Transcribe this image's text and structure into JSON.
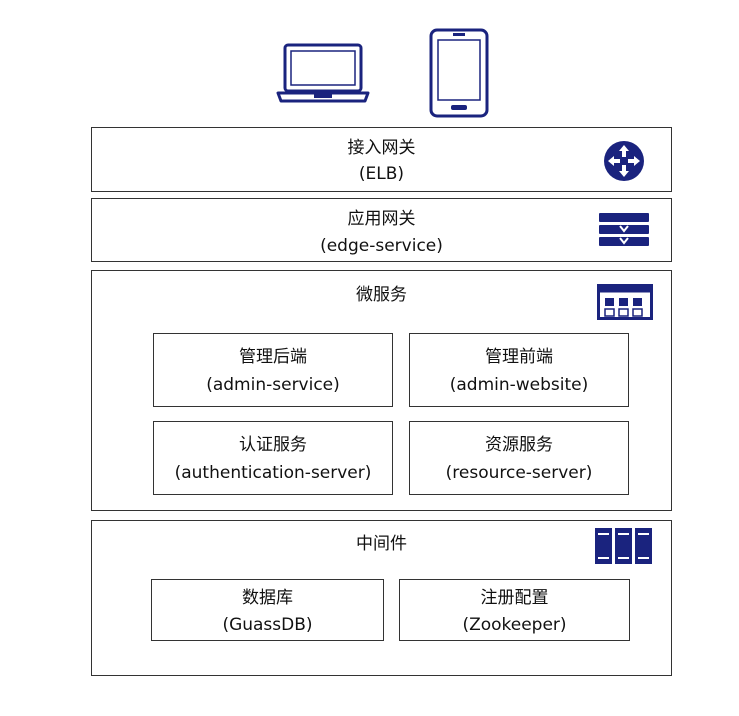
{
  "clients": {
    "laptop_icon": "laptop-icon",
    "phone_icon": "smartphone-icon"
  },
  "access_gateway": {
    "title": "接入网关",
    "subtitle": "(ELB)",
    "icon": "router-icon"
  },
  "app_gateway": {
    "title": "应用网关",
    "subtitle": "(edge-service)",
    "icon": "gateway-icon"
  },
  "microservices": {
    "title": "微服务",
    "icon": "app-grid-icon",
    "services": [
      {
        "title": "管理后端",
        "subtitle": "(admin-service)"
      },
      {
        "title": "管理前端",
        "subtitle": "(admin-website)"
      },
      {
        "title": "认证服务",
        "subtitle": "(authentication-server)"
      },
      {
        "title": "资源服务",
        "subtitle": "(resource-server)"
      }
    ]
  },
  "middleware": {
    "title": "中间件",
    "icon": "server-rack-icon",
    "components": [
      {
        "title": "数据库",
        "subtitle": "(GuassDB)"
      },
      {
        "title": "注册配置",
        "subtitle": "(Zookeeper)"
      }
    ]
  },
  "colors": {
    "icon": "#1a237e",
    "border": "#333333"
  }
}
